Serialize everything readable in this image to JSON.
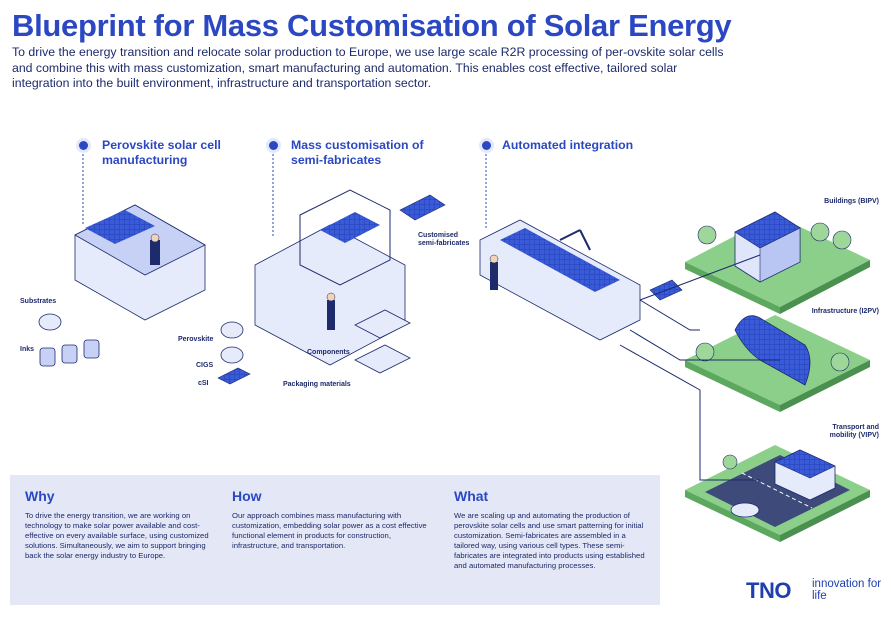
{
  "header": {
    "title": "Blueprint for Mass Customisation of Solar Energy",
    "intro": "To drive the energy transition and relocate solar production to Europe, we use large scale R2R processing of per-ovskite solar cells and combine this with mass customization, smart manufacturing and automation. This enables cost effective, tailored solar integration into the built environment, infrastructure and transportation sector."
  },
  "stages": [
    {
      "label": "Perovskite solar cell manufacturing"
    },
    {
      "label": "Mass customisation of semi-fabricates"
    },
    {
      "label": "Automated integration"
    }
  ],
  "labels": {
    "substrates": "Substrates",
    "inks": "Inks",
    "perovskite": "Perovskite",
    "cigs": "CIGS",
    "csi": "cSI",
    "components": "Components",
    "packaging": "Packaging materials",
    "customised": "Customised semi-fabricates",
    "buildings": "Buildings (BIPV)",
    "infrastructure": "Infrastructure (I2PV)",
    "transport": "Transport and mobility (VIPV)"
  },
  "info": {
    "why": {
      "heading": "Why",
      "text": "To drive the energy transition, we are working on technology to make solar power available and cost-effective on every available surface, using customized solutions. Simultaneously, we aim to support bringing back the solar energy industry to Europe."
    },
    "how": {
      "heading": "How",
      "text": "Our approach combines mass manufacturing with customization, embedding solar power as a cost effective functional element in products for construction, infrastructure, and transportation."
    },
    "what": {
      "heading": "What",
      "text": "We are scaling up and automating the production of perovskite solar cells and use smart patterning for initial customization. Semi-fabricates are assembled in a tailored way, using various cell types. These semi-fabricates are integrated into products using established and automated manufacturing processes."
    }
  },
  "brand": {
    "logo": "TNO",
    "tagline": "innovation for life"
  },
  "colors": {
    "primary": "#2b48c2",
    "navy": "#1d2a6b",
    "panel": "#e3e7f6",
    "grass": "#8ccf8a"
  }
}
